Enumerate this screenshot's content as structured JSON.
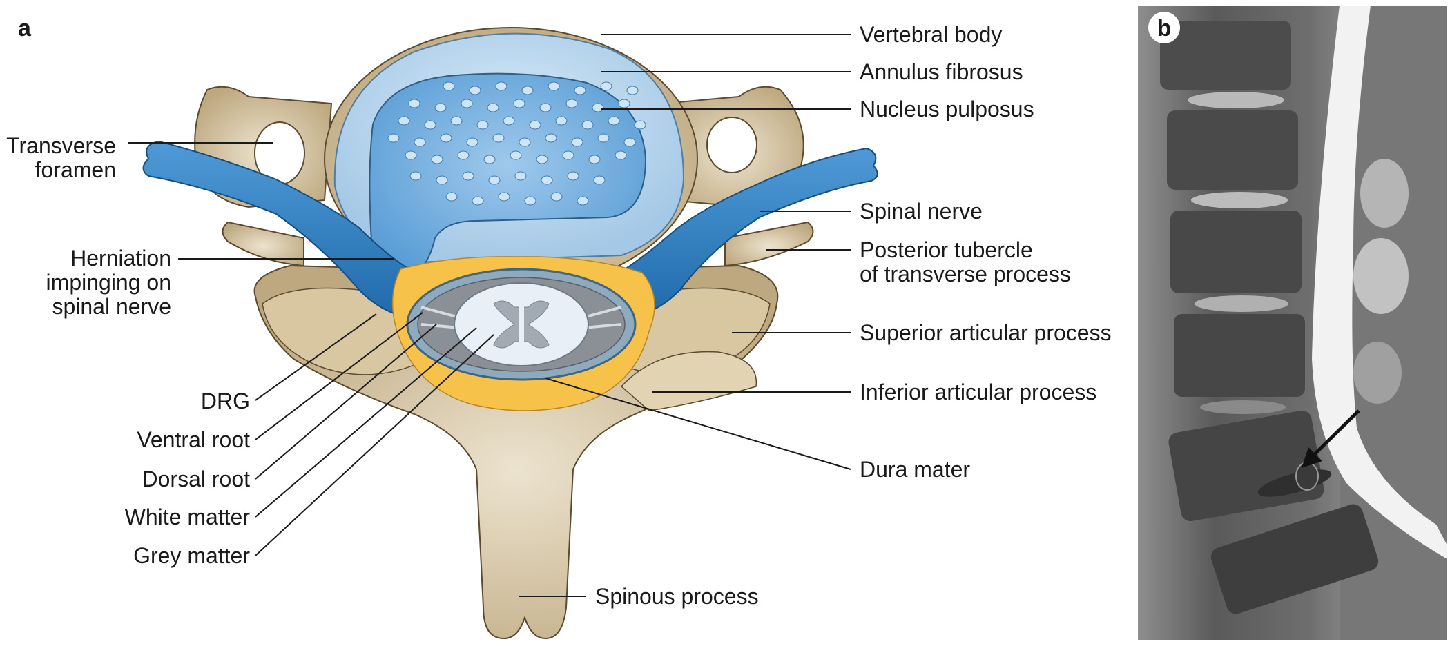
{
  "panels": {
    "a": "a",
    "b": "b"
  },
  "labels": {
    "vertebral_body": "Vertebral body",
    "annulus_fibrosus": "Annulus fibrosus",
    "nucleus_pulposus": "Nucleus pulposus",
    "spinal_nerve": "Spinal nerve",
    "posterior_tubercle_1": "Posterior tubercle",
    "posterior_tubercle_2": "of transverse process",
    "superior_articular": "Superior articular process",
    "inferior_articular": "Inferior articular process",
    "dura_mater": "Dura mater",
    "spinous_process": "Spinous process",
    "transverse_foramen_1": "Transverse",
    "transverse_foramen_2": "foramen",
    "herniation_1": "Herniation",
    "herniation_2": "impinging on",
    "herniation_3": "spinal nerve",
    "drg": "DRG",
    "ventral_root": "Ventral root",
    "dorsal_root": "Dorsal root",
    "white_matter": "White matter",
    "grey_matter": "Grey matter"
  },
  "colors": {
    "bone": "#c9b48e",
    "bone_light": "#e7dcc4",
    "annulus": "#a9cde9",
    "nucleus": "#6aa9dc",
    "nerve": "#2a7bbf",
    "dura_fat": "#f6c24a",
    "cord_white": "#e6eef5",
    "grey_matter": "#9aa4ac"
  }
}
